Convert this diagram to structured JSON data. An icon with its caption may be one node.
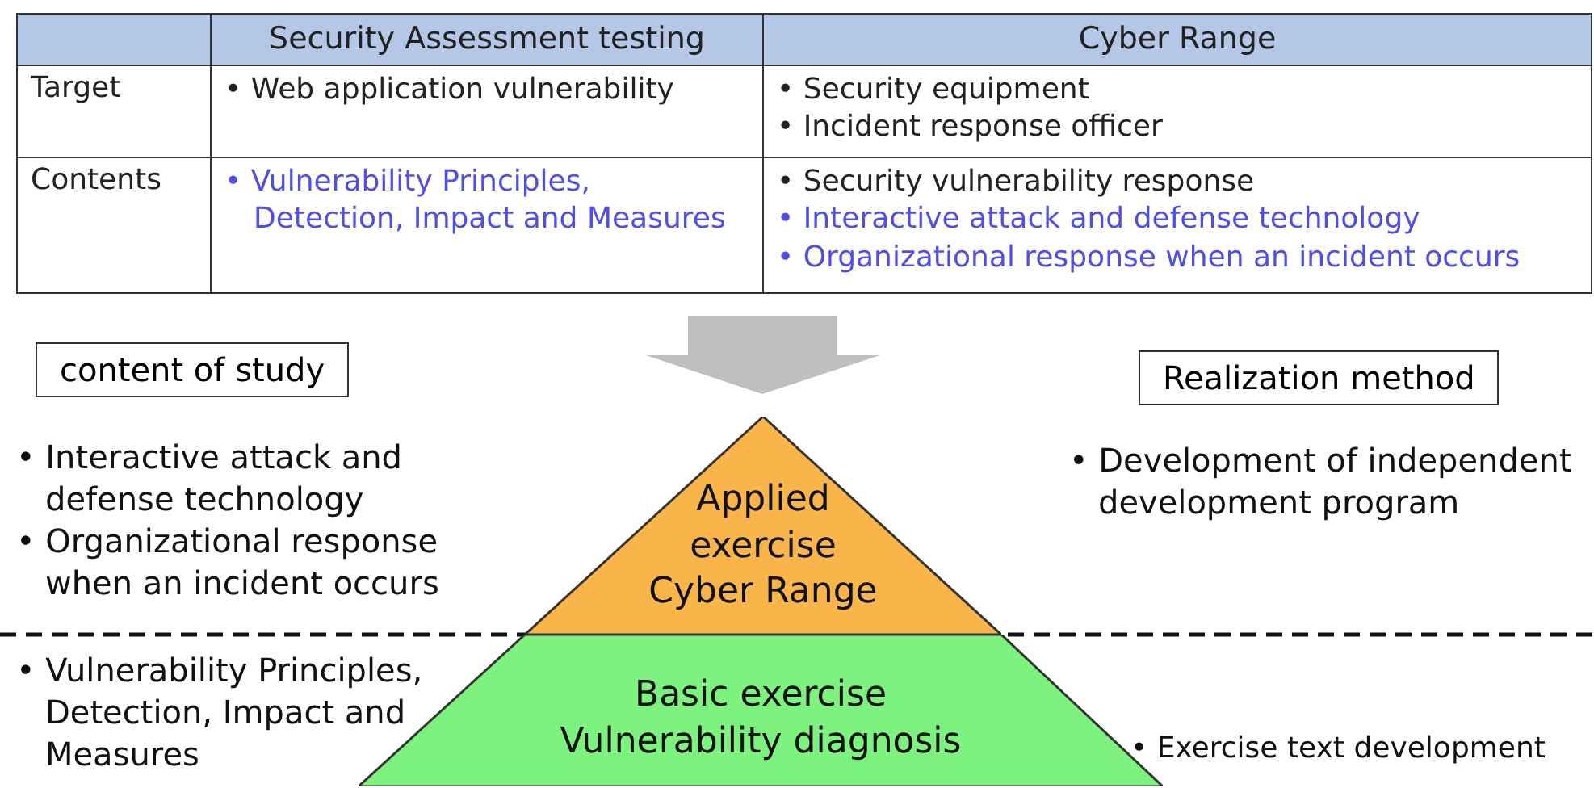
{
  "diagram": {
    "nodes": [
      {
        "text": [
          "content of study"
        ]
      },
      {
        "text": [
          "Realization method"
        ]
      },
      {
        "text": [
          "Applied exercise Cyber Range"
        ]
      },
      {
        "text": [
          "Basic exercise Vulnerability diagnosis"
        ]
      }
    ],
    "edges": [
      {
        "from": null,
        "to": 2,
        "arrow": "to",
        "style": "thick",
        "color": "#bfbfbf"
      }
    ],
    "labels": [
      "Security Assessment testing",
      "Cyber Range",
      "Target",
      "• Web application vulnerability",
      "• Security equipment",
      "• Incident response officer",
      "Contents",
      "• Vulnerability Principles, Detection, Impact and Measures",
      "• Security vulnerability response",
      "• Interactive attack and defense technology",
      "• Organizational response when an incident occurs",
      "• Interactive attack and defense technology",
      "• Organizational response when an incident occurs",
      "• Development of independent development program",
      "• Vulnerability Principles, Detection, Impact and Measures",
      "• Exercise text development"
    ]
  }
}
